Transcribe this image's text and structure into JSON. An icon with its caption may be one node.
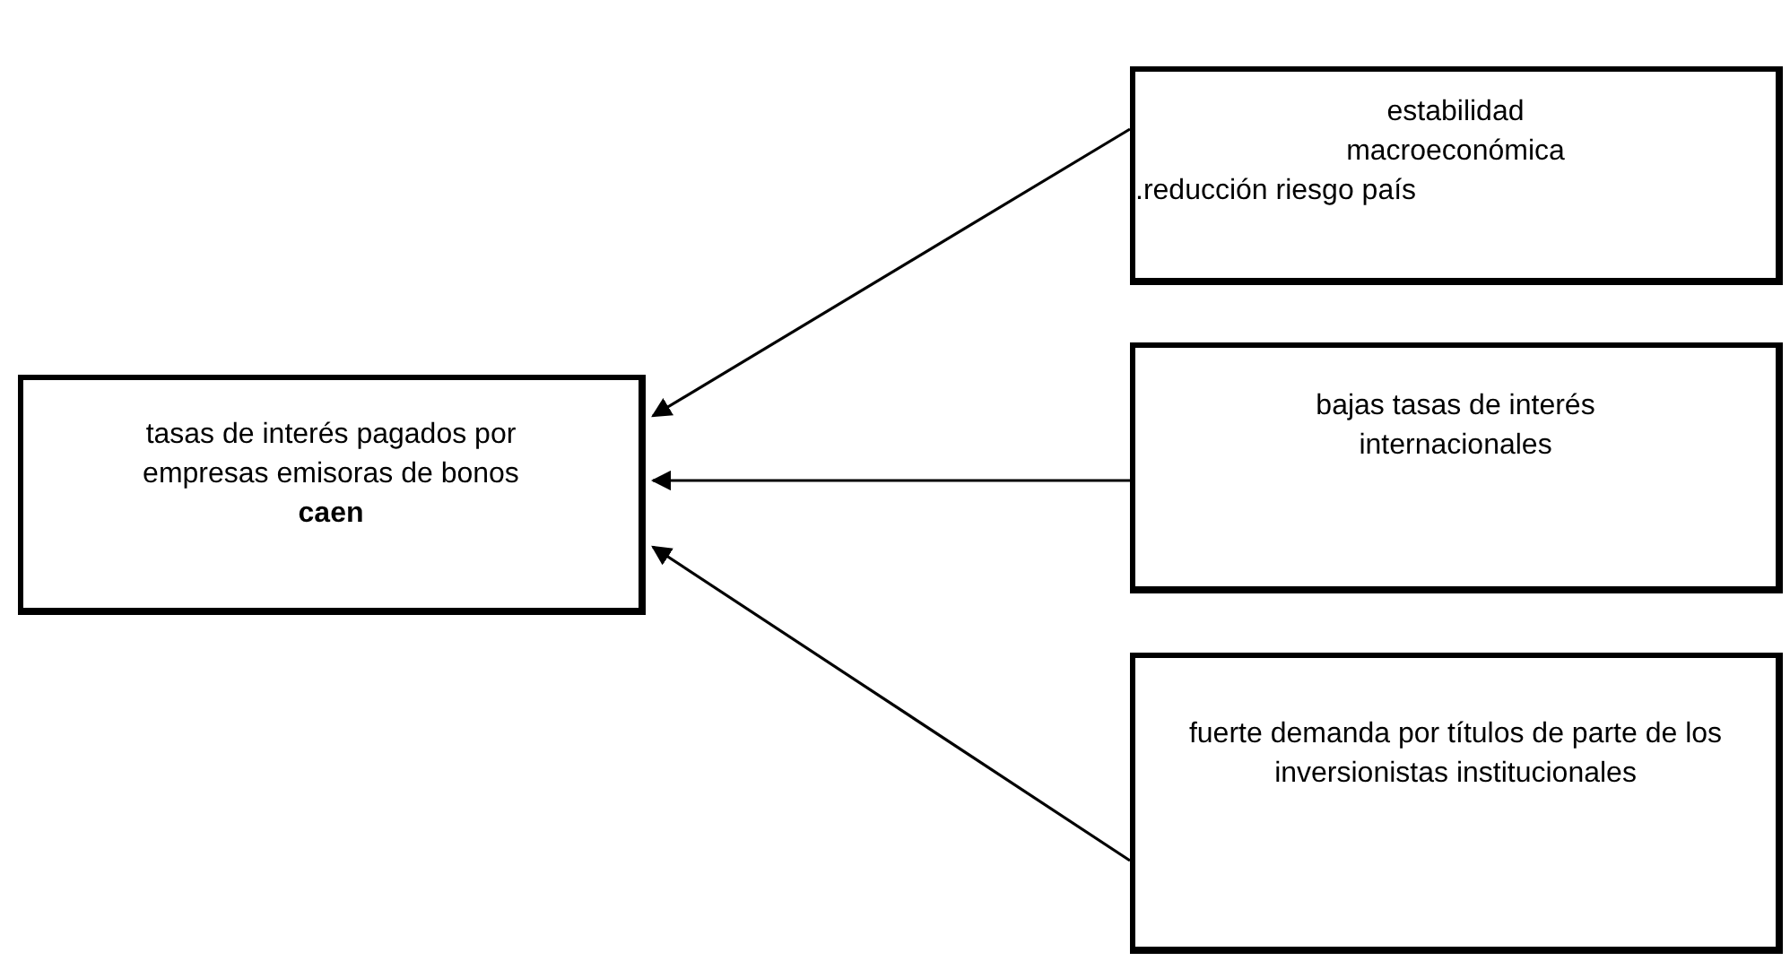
{
  "diagram": {
    "nodes": [
      {
        "text": [
          "tasas de interés pagados por empresas emisoras de bonos",
          "caen"
        ]
      },
      {
        "text": [
          "estabilidad macroeconómica",
          ".reducción riesgo país"
        ]
      },
      {
        "text": [
          "bajas tasas de interés internacionales"
        ]
      },
      {
        "text": [
          "fuerte demanda por títulos de parte de los inversionistas institucionales"
        ]
      }
    ],
    "edges": [
      {
        "from": 1,
        "to": 0,
        "arrow": "to"
      },
      {
        "from": 2,
        "to": 0,
        "arrow": "to"
      },
      {
        "from": 3,
        "to": 0,
        "arrow": "to"
      }
    ]
  }
}
